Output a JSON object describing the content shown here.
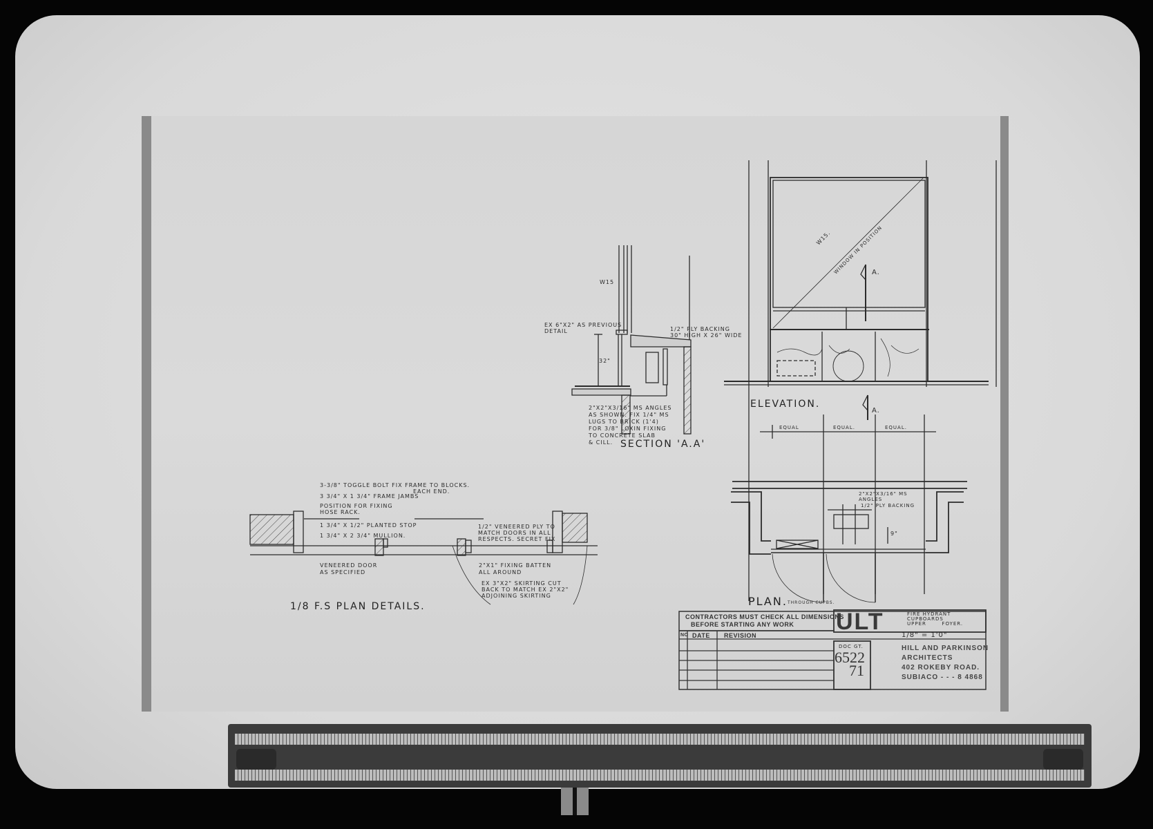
{
  "section_aa": {
    "title": "SECTION 'A.A'",
    "window_ref": "W15",
    "note_previous": "EX 6\"x2\" AS PREVIOUS",
    "note_previous_2": "DETAIL",
    "note_backing": "1/2\" PLY BACKING",
    "note_backing_2": "30\" HIGH x 26\" WIDE",
    "dim_height": "32\"",
    "note_angles": [
      "2\"x2\"x3/16\" MS ANGLES",
      "AS SHOWN. FIX 1/4\" MS",
      "LUGS TO BRICK (1'4)",
      "FOR 3/8\" LOXIN FIXING",
      "TO CONCRETE SLAB",
      "& CILL."
    ]
  },
  "elevation": {
    "title": "ELEVATION.",
    "window_ref": "W15.",
    "window_note": "WINDOW IN POSITION",
    "section_marker": "A.",
    "dims": [
      "EQUAL",
      "EQUAL.",
      "EQUAL."
    ]
  },
  "plan": {
    "title": "PLAN.",
    "subtitle": "THROUGH CUPBS.",
    "note_angles": "2\"x2\"x3/16\" MS",
    "note_angles_2": "ANGLES",
    "note_backing": "1/2\" PLY BACKING",
    "dim": "9\""
  },
  "plan_details": {
    "title": "1/8 F.S PLAN DETAILS.",
    "notes_left": [
      "3-3/8\" TOGGLE BOLT FIX FRAME TO BLOCKS.",
      "EACH END.",
      "3 3/4\" x 1 3/4\" FRAME JAMBS",
      "POSITION FOR FIXING",
      "HOSE RACK.",
      "1 3/4\" x 1/2\" PLANTED STOP",
      "1 3/4\" x 2 3/4\" MULLION."
    ],
    "note_door": [
      "VENEERED DOOR",
      "AS SPECIFIED"
    ],
    "note_ply": [
      "1/2\" VENEERED PLY TO",
      "MATCH DOORS IN ALL",
      "RESPECTS. SECRET FIX"
    ],
    "note_batten": [
      "2\"x1\" FIXING BATTEN",
      "ALL AROUND"
    ],
    "note_skirting": [
      "EX 3\"x2\" SKIRTING CUT",
      "BACK TO MATCH EX 2\"x2\"",
      "ADJOINING SKIRTING"
    ]
  },
  "title_block": {
    "warning": "CONTRACTORS MUST CHECK ALL DIMENSIONS",
    "warning_2": "BEFORE STARTING ANY WORK",
    "col_no": "No",
    "col_date": "DATE",
    "col_revision": "REVISION",
    "project_code": "ULT",
    "drawing_title": [
      "FIRE HYDRANT",
      "CUPBOARDS",
      "UPPER       FOYER."
    ],
    "scale": "1/8\" = 1'0\"",
    "doc_label": "DOC GT.",
    "doc_number": "6522",
    "sheet_number": "71",
    "architect": [
      "HILL AND PARKINSON",
      "ARCHITECTS",
      "402 ROKEBY ROAD.",
      "SUBIACO - - - 8 4868"
    ]
  },
  "colors": {
    "background": "#050505",
    "board": "#dedede",
    "paper": "#d6d6d6",
    "ink": "#2a2a2a",
    "ruler": "#3b3b3b"
  }
}
